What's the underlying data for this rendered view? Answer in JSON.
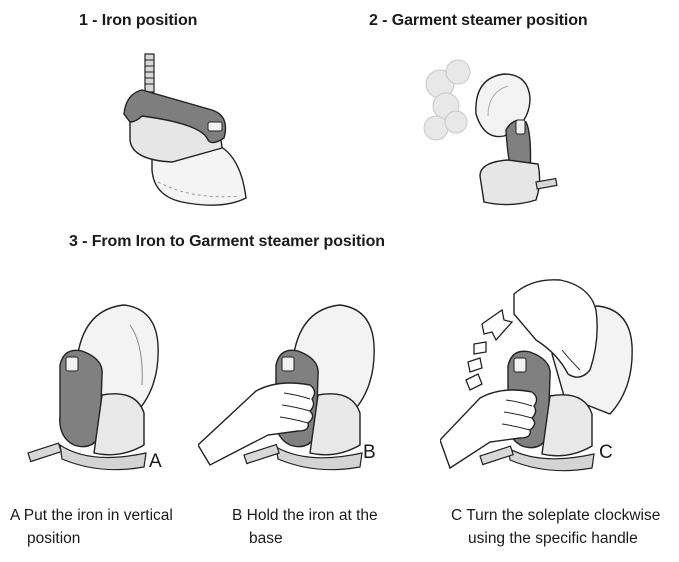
{
  "headings": {
    "iron_position": "1 - Iron position",
    "steamer_position": "2 - Garment steamer position",
    "transition": "3 - From Iron to Garment steamer position"
  },
  "steps": [
    {
      "letter": "A",
      "caption_line1": "A Put the iron in vertical",
      "caption_line2": "position"
    },
    {
      "letter": "B",
      "caption_line1": "B Hold the iron at the",
      "caption_line2": "base"
    },
    {
      "letter": "C",
      "caption_line1": "C Turn the soleplate clockwise",
      "caption_line2": "using the specific handle"
    }
  ]
}
